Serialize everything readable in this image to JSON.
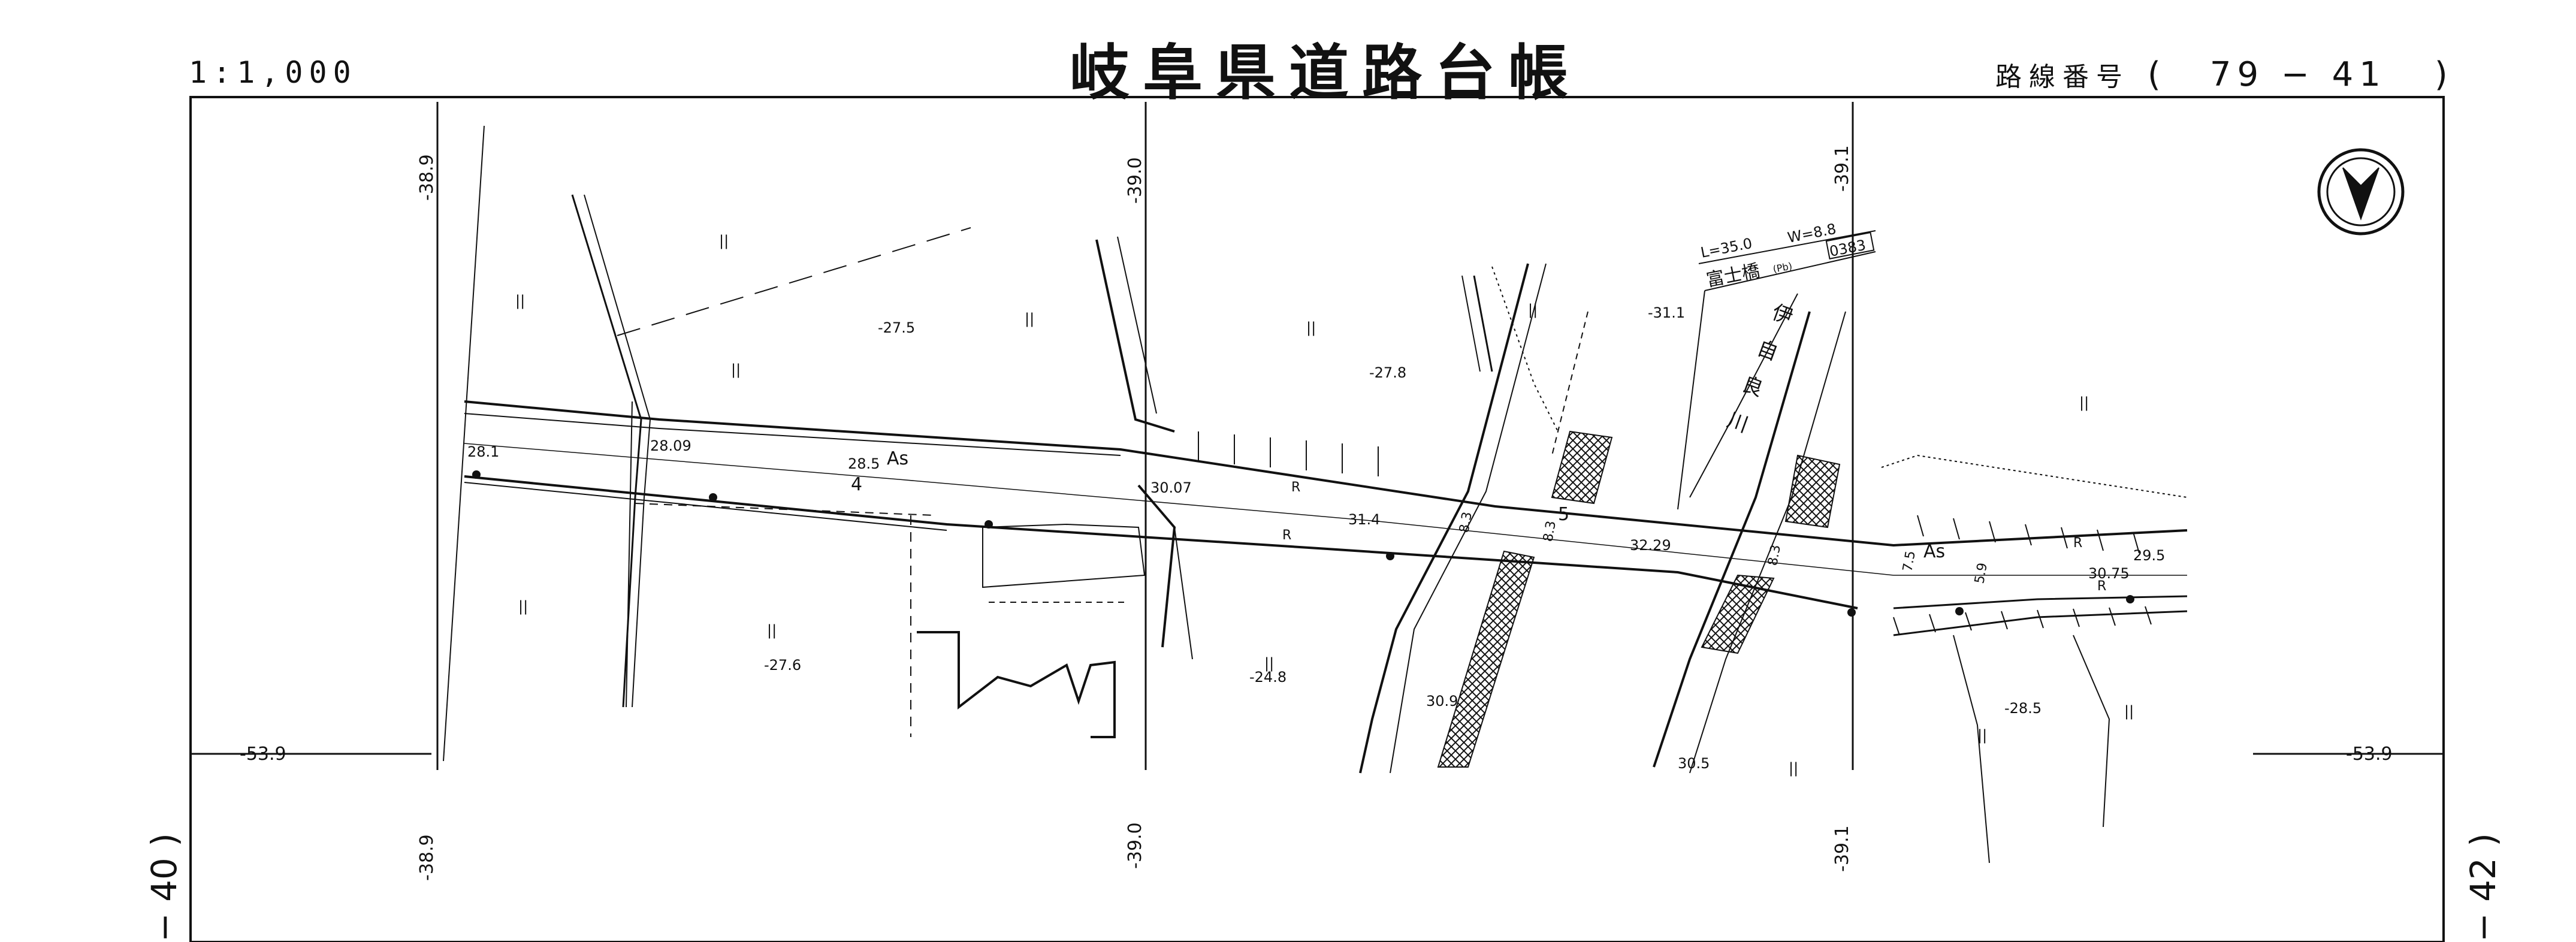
{
  "header": {
    "scale": "1:1,000",
    "title": "岐阜県道路台帳",
    "route_label": "路線番号",
    "route_number": "79 − 41",
    "paren_open": "(",
    "paren_close": ")"
  },
  "sheet_refs": {
    "left": "− 40 )",
    "right": "− 42 )"
  },
  "grid": {
    "col1": "-38.9",
    "col2": "-39.0",
    "col3": "-39.1",
    "row": "-53.9"
  },
  "bridge": {
    "length": "L=35.0",
    "width": "W=8.8",
    "name": "富士橋",
    "code": "(Pb)",
    "number": "0383"
  },
  "river_name": [
    "伊",
    "自",
    "良",
    "川"
  ],
  "elevations": {
    "e1": "-27.5",
    "e2": "-27.8",
    "e3": "-31.1",
    "e4": "-27.6",
    "e5": "-24.8",
    "e6": "-28.5",
    "e7": "30.9",
    "e8": "30.5"
  },
  "road": {
    "w1": "28.1",
    "w2": "28.09",
    "w3": "28.5",
    "w4": "30.07",
    "w5": "31.4",
    "w6": "32.29",
    "w7": "29.5",
    "w8": "30.75",
    "surface1": "As",
    "surface2": "As",
    "sec4": "4",
    "sec5": "5",
    "r": "R",
    "d1": "8.3",
    "d2": "8.3",
    "d3": "8.3",
    "d4": "7.5",
    "d5": "5.9"
  },
  "land_mark": "||"
}
